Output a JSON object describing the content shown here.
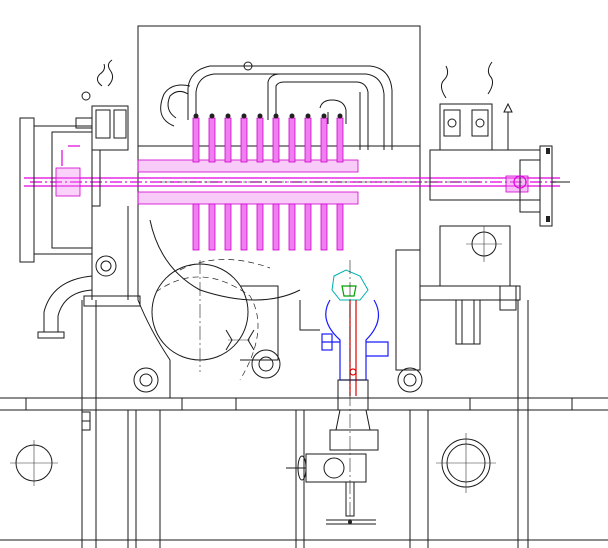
{
  "drawing": {
    "type": "technical-cross-section",
    "colors": {
      "linework": "#1a1a1a",
      "rotor_blading": "#e000e0",
      "valve_body": "#1a1aff",
      "valve_stem": "#e00000",
      "seat": "#00a000",
      "lever": "#00b0b0",
      "background": "#ffffff"
    },
    "rotor_stage_count": 10,
    "components": [
      "outer-casing",
      "top-steam-pipes",
      "rotor-shaft",
      "stage-blades",
      "front-bearing-housing",
      "rear-bearing-housing",
      "coupling",
      "exhaust-hood",
      "support-pedestals",
      "extraction-valve",
      "valve-handwheel",
      "left-inlet-pipe",
      "foundation-frame"
    ]
  }
}
